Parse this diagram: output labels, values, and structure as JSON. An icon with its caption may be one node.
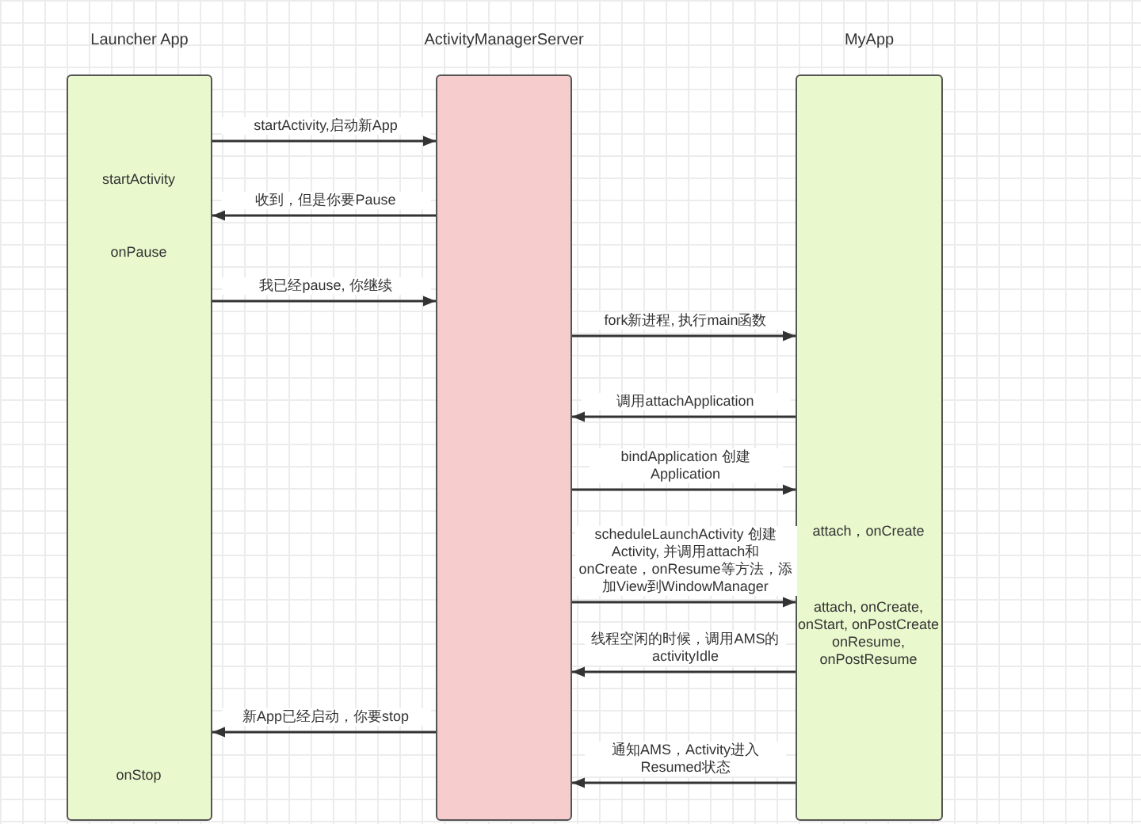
{
  "diagram": {
    "nodes": [
      {
        "text": [
          "Launcher App",
          "startActivity",
          "onPause",
          "onStop"
        ]
      },
      {
        "text": [
          "ActivityManagerServer"
        ]
      },
      {
        "text": [
          "MyApp",
          "attach，onCreate",
          "attach, onCreate, onStart, onPostCreate onResume, onPostResume"
        ]
      }
    ],
    "edges": [
      {
        "from": 0,
        "to": 1,
        "arrow": "to",
        "label": "startActivity,启动新App"
      },
      {
        "from": 1,
        "to": 0,
        "arrow": "to",
        "label": "收到，但是你要Pause"
      },
      {
        "from": 0,
        "to": 1,
        "arrow": "to",
        "label": "我已经pause, 你继续"
      },
      {
        "from": 1,
        "to": 2,
        "arrow": "to",
        "label": "fork新进程, 执行main函数"
      },
      {
        "from": 2,
        "to": 1,
        "arrow": "to",
        "label": "调用attachApplication"
      },
      {
        "from": 1,
        "to": 2,
        "arrow": "to",
        "label": "bindApplication 创建Application"
      },
      {
        "from": 1,
        "to": 2,
        "arrow": "to",
        "label": "scheduleLaunchActivity 创建Activity, 并调用attach和onCreate，onResume等方法，添加View到WindowManager"
      },
      {
        "from": 2,
        "to": 1,
        "arrow": "to",
        "label": "线程空闲的时候，调用AMS的activityIdle"
      },
      {
        "from": 1,
        "to": 0,
        "arrow": "to",
        "label": "新App已经启动，你要stop"
      },
      {
        "from": 2,
        "to": 1,
        "arrow": "to",
        "label": "通知AMS，Activity进入Resumed状态"
      }
    ]
  }
}
